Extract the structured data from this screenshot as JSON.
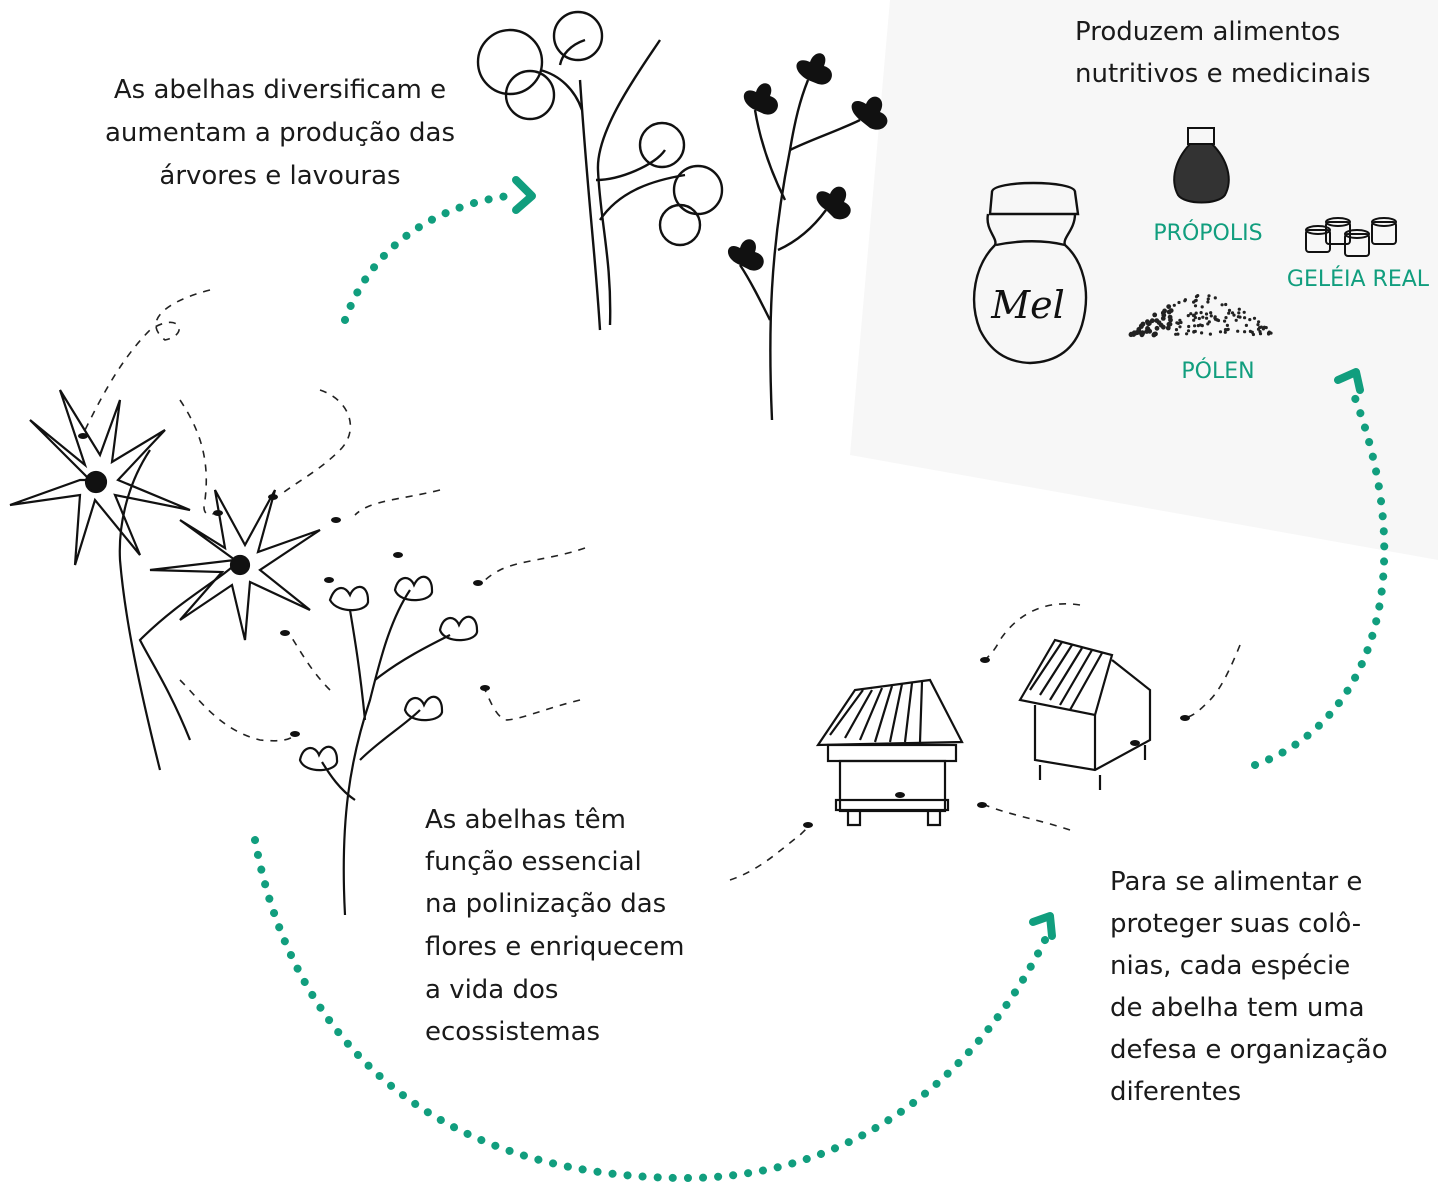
{
  "accent_color": "#119e7e",
  "captions": {
    "production": [
      "As abelhas diversificam e",
      "aumentam a produção das",
      "árvores e lavouras"
    ],
    "products": [
      "Produzem alimentos",
      "nutritivos e medicinais"
    ],
    "pollination": [
      "As abelhas têm",
      "função essencial",
      "na polinização das",
      "flores e enriquecem",
      "a vida dos",
      "ecossistemas"
    ],
    "colonies": [
      "Para se alimentar e",
      "proteger suas colô-",
      "nias, cada espécie",
      "de abelha tem uma",
      "defesa e organização",
      "diferentes"
    ]
  },
  "products": {
    "honey_jar_label": "Mel",
    "propolis": "PRÓPOLIS",
    "royal_jelly": "GELÉIA REAL",
    "pollen": "PÓLEN"
  },
  "icons": [
    "tree-icon",
    "clover-icon",
    "flower-icon",
    "honey-jar-icon",
    "propolis-jar-icon",
    "royal-jelly-cells-icon",
    "pollen-pile-icon",
    "beehive-icon",
    "bee-icon",
    "dotted-arrow-icon"
  ]
}
